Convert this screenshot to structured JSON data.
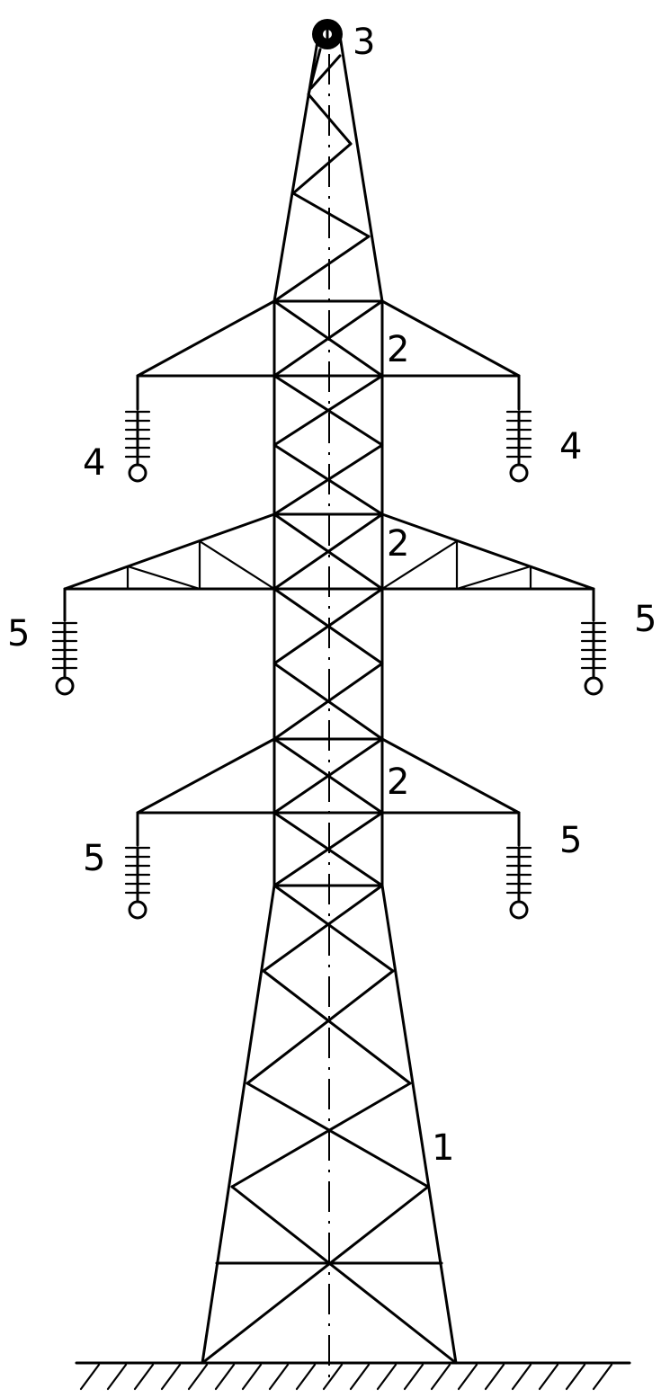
{
  "labels": {
    "tower": "1",
    "crossarm_top": "2",
    "crossarm_mid": "2",
    "crossarm_low": "2",
    "ground_wire": "3",
    "insulator_top_left": "4",
    "insulator_top_right": "4",
    "insulator_mid_left": "5",
    "insulator_mid_right": "5",
    "insulator_low_left": "5",
    "insulator_low_right": "5"
  }
}
